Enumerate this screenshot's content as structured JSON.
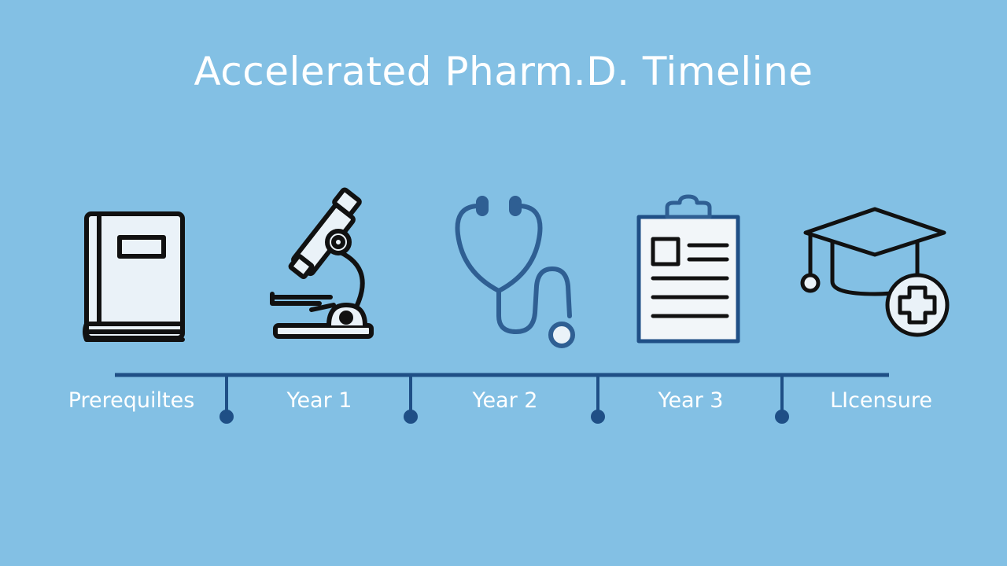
{
  "title": "Accelerated Pharm.D. Timeline",
  "colors": {
    "background": "#83c0e4",
    "timeline": "#1f4f86",
    "icon_dark": "#111111",
    "icon_blue": "#2f5f93",
    "label": "#ffffff"
  },
  "stages": [
    {
      "label": "Prerequiltes",
      "icon": "book-icon"
    },
    {
      "label": "Year 1",
      "icon": "microscope-icon"
    },
    {
      "label": "Year 2",
      "icon": "stethoscope-icon"
    },
    {
      "label": "Year 3",
      "icon": "clipboard-icon"
    },
    {
      "label": "LIcensure",
      "icon": "graduation-cap-medical-icon"
    }
  ]
}
